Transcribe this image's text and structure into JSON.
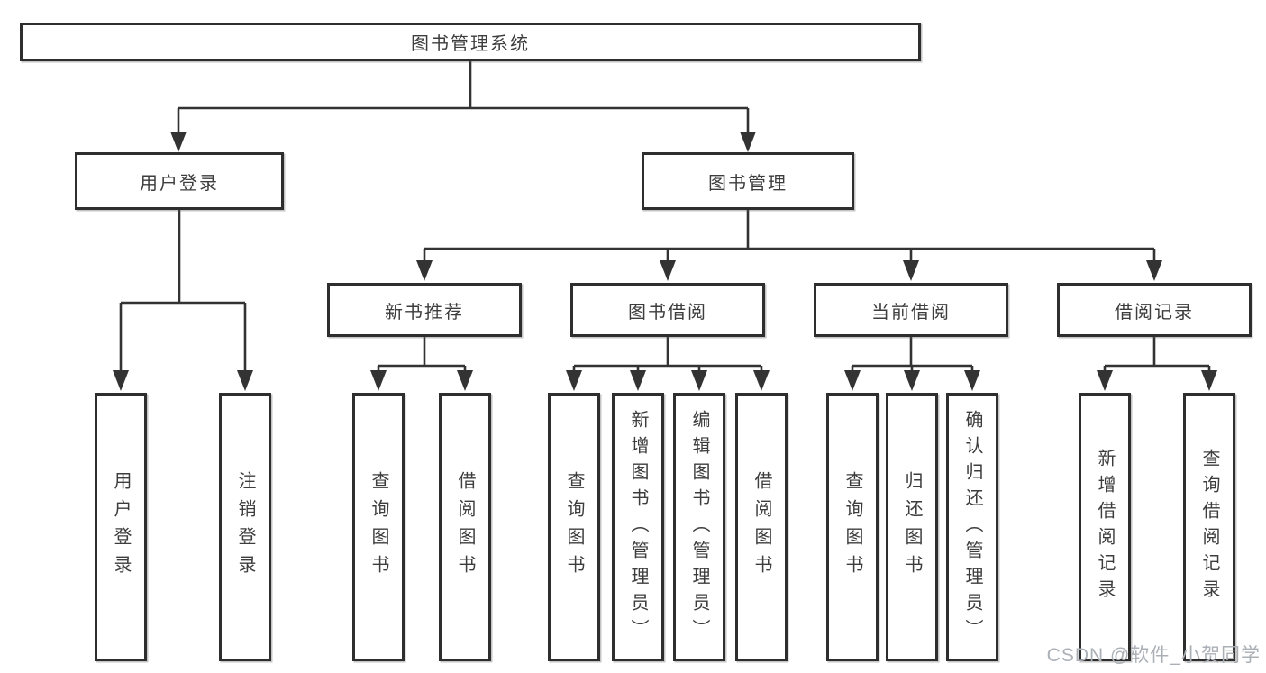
{
  "colors": {
    "line": "#333333",
    "box_border": "#2e2e2e",
    "box_background": "#ffffff",
    "text": "#3d3d3d",
    "watermark": "#aab0b6"
  },
  "tree": {
    "root": {
      "label": "图书管理系统"
    },
    "user_branch": {
      "label": "用户登录",
      "children": [
        {
          "label": "用户登录"
        },
        {
          "label": "注销登录"
        }
      ]
    },
    "book_branch": {
      "label": "图书管理",
      "sections": [
        {
          "label": "新书推荐",
          "children": [
            {
              "label": "查询图书"
            },
            {
              "label": "借阅图书"
            }
          ]
        },
        {
          "label": "图书借阅",
          "children": [
            {
              "label": "查询图书"
            },
            {
              "label": "新增图书（管理员）"
            },
            {
              "label": "编辑图书（管理员）"
            },
            {
              "label": "借阅图书"
            }
          ]
        },
        {
          "label": "当前借阅",
          "children": [
            {
              "label": "查询图书"
            },
            {
              "label": "归还图书"
            },
            {
              "label": "确认归还（管理员）"
            }
          ]
        },
        {
          "label": "借阅记录",
          "children": [
            {
              "label": "新增借阅记录"
            },
            {
              "label": "查询借阅记录"
            }
          ]
        }
      ]
    }
  },
  "watermark": {
    "text": "CSDN @软件_小贺同学"
  }
}
